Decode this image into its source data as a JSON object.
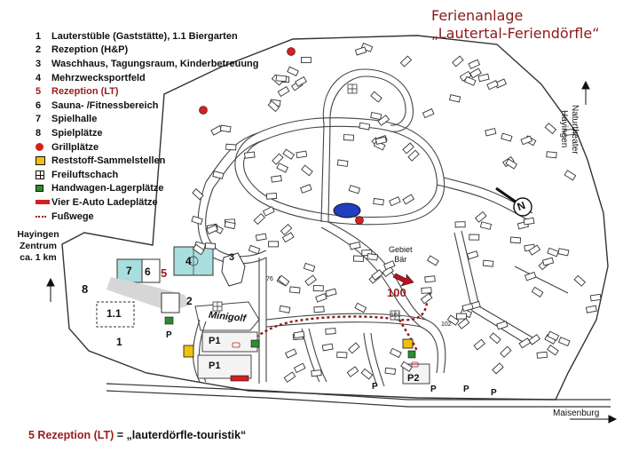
{
  "title": {
    "line1": "Ferienanlage",
    "line2": "„Lautertal-Feriendörfle“"
  },
  "legend": [
    {
      "key": "1",
      "text": "Lauterstüble (Gaststätte),  1.1 Biergarten",
      "color": "#111111"
    },
    {
      "key": "2",
      "text": "Rezeption (H&P)",
      "color": "#111111"
    },
    {
      "key": "3",
      "text": "Waschhaus, Tagungsraum, Kinderbetreuung",
      "color": "#111111"
    },
    {
      "key": "4",
      "text": "Mehrzwecksportfeld",
      "color": "#111111"
    },
    {
      "key": "5",
      "text": "Rezeption  (LT)",
      "color": "#9b1c1c"
    },
    {
      "key": "6",
      "text": "Sauna- /Fitnessbereich",
      "color": "#111111"
    },
    {
      "key": "7",
      "text": "Spielhalle",
      "color": "#111111"
    },
    {
      "key": "8",
      "text": "Spielplätze",
      "color": "#111111"
    },
    {
      "symbol": "red-dot",
      "text": "Grillplätze"
    },
    {
      "symbol": "yellow-box",
      "text": "Reststoff-Sammelstellen"
    },
    {
      "symbol": "chess-grid",
      "text": "Freiluftschach"
    },
    {
      "symbol": "green-box",
      "text": "Handwagen-Lagerplätze"
    },
    {
      "symbol": "red-bar",
      "text": "Vier E-Auto Ladeplätze"
    },
    {
      "symbol": "dotted-path",
      "text": "Fußwege"
    }
  ],
  "labels": {
    "hayingen_left": [
      "Hayingen",
      "Zentrum",
      "ca. 1 km"
    ],
    "naturtheater": [
      "Naturtheater",
      "Hayingen"
    ],
    "maisenburg": "Maisenburg",
    "gebiet_baer": [
      "Gebiet",
      "Bär"
    ],
    "minigolf": "Minigolf",
    "north": "N",
    "p1_a": "P1",
    "p1_b": "P1",
    "p2": "P2",
    "p": "P",
    "n100": "100",
    "n101": "101",
    "n76": "76",
    "n102": "102",
    "facility_1": "1",
    "facility_1_1": "1.1",
    "facility_2": "2",
    "facility_3": "3",
    "facility_4": "4",
    "facility_5": "5",
    "facility_6": "6",
    "facility_7": "7",
    "facility_8": "8"
  },
  "bottom_note": {
    "red": "5 Rezeption (LT)",
    "rest": " = „lauterdörfle-touristik“"
  },
  "colors": {
    "accent_red": "#9b1c1c",
    "court": "#a8dede",
    "pond": "#1f3fbf",
    "yellow": "#f0c010",
    "green": "#2e8b2e",
    "red": "#d42020"
  }
}
